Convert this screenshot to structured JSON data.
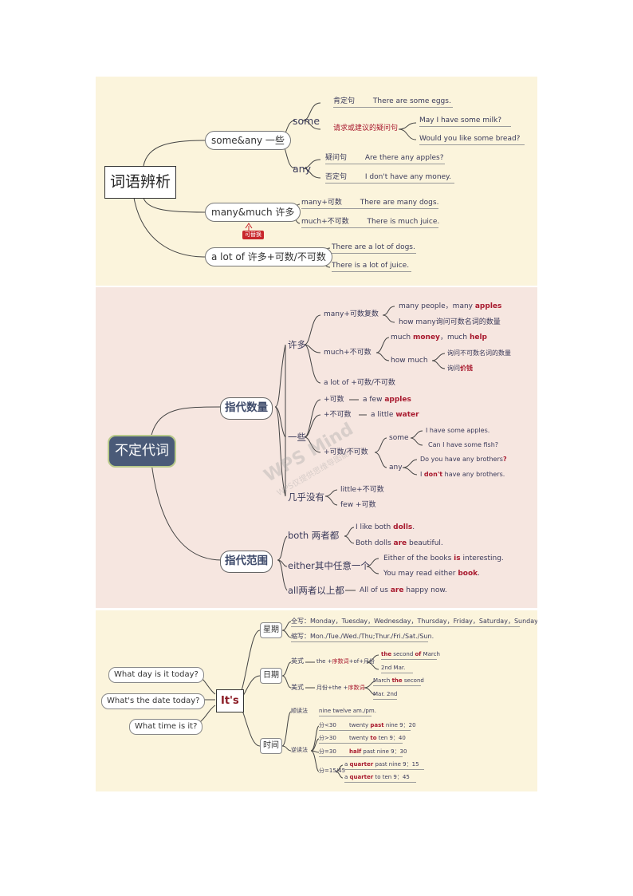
{
  "section1": {
    "root": "词语辨析",
    "some_any": {
      "label": "some&any 一些",
      "some": {
        "label": "some",
        "positive": {
          "label": "肯定句",
          "example": "There are some eggs."
        },
        "request": {
          "label": "请求或建议的疑问句",
          "ex1": "May I have some milk?",
          "ex2": "Would you like some bread?"
        }
      },
      "any": {
        "label": "any",
        "question": {
          "label": "疑问句",
          "example": "Are there any apples?"
        },
        "negative": {
          "label": "否定句",
          "example": "I don't have any money."
        }
      }
    },
    "many_much": {
      "label": "many&much 许多",
      "r1": {
        "label": "many+可数",
        "example": "There are many dogs."
      },
      "r2": {
        "label": "much+不可数",
        "example": "There is much juice."
      }
    },
    "badge": "可替换",
    "a_lot": {
      "label": "a lot of 许多+可数/不可数",
      "ex1": "There are a lot of dogs.",
      "ex2": "There is a lot of juice."
    }
  },
  "section2": {
    "root": "不定代词",
    "watermark": "WPS Mind",
    "watermark_sub": "WPS仅提供思维导图能力",
    "quantity": {
      "label": "指代数量",
      "xuduo": {
        "label": "许多",
        "many": {
          "label": "many+可数复数",
          "ex1a": "many people，many ",
          "ex1b": "apples",
          "ex2": "how many询问可数名词的数量"
        },
        "much": {
          "label": "much+不可数",
          "ex1a": "much ",
          "ex1b": "money",
          "ex1c": "，much ",
          "ex1d": "help",
          "howmuch": "how much",
          "hm1": "询问不可数名词的数量",
          "hm2a": "询问",
          "hm2b": "价钱"
        },
        "alot": "a lot of +可数/不可数"
      },
      "yixie": {
        "label": "一些",
        "r1": {
          "label": "+可数",
          "a": "a few ",
          "b": "apples"
        },
        "r2": {
          "label": "+不可数",
          "a": "a little ",
          "b": "water"
        },
        "r3": {
          "label": "+可数/不可数",
          "some": "some",
          "s1": "I have some apples.",
          "s2": "Can I have some fish?",
          "any": "any",
          "a1a": "Do you have any brothers",
          "a1b": "?",
          "a2a": "I ",
          "a2b": "don't",
          "a2c": " have any brothers."
        }
      },
      "jihu": {
        "label": "几乎没有",
        "r1": "little+不可数",
        "r2": "few +可数"
      }
    },
    "scope": {
      "label": "指代范围",
      "both": {
        "label": "both 两者都",
        "e1a": "I like both ",
        "e1b": "dolls",
        "e1c": ".",
        "e2a": "Both dolls ",
        "e2b": "are",
        "e2c": " beautiful."
      },
      "either": {
        "label": "either其中任意一个",
        "e1a": "Either of the books ",
        "e1b": "is",
        "e1c": " interesting.",
        "e2a": "You may read either ",
        "e2b": "book",
        "e2c": "."
      },
      "all": {
        "label": "all两者以上都",
        "ea": "All of us ",
        "eb": "are",
        "ec": " happy now."
      }
    }
  },
  "section3": {
    "center": "It's",
    "questions": [
      "What day is it today?",
      "What's the date today?",
      "What time is it?"
    ],
    "week": {
      "label": "星期",
      "full": "全写：Monday，Tuesday，Wednesday，Thursday，Friday，Saturday，Sunday",
      "short": "缩写：Mon./Tue./Wed./Thu;Thur./Fri./Sat./Sun."
    },
    "date": {
      "label": "日期",
      "uk": {
        "label": "英式",
        "rule_a": "the +",
        "rule_b": "序数词",
        "rule_c": "+of+月份",
        "ex1a": "the",
        "ex1b": " second ",
        "ex1c": "of",
        "ex1d": " March",
        "ex2": "2nd Mar."
      },
      "us": {
        "label": "美式",
        "rule_a": "月份+the +",
        "rule_b": "序数词",
        "ex1a": "March  ",
        "ex1b": "the",
        "ex1c": "  second",
        "ex2": "Mar. 2nd"
      }
    },
    "time": {
      "label": "时间",
      "direct": {
        "label": "顺读法",
        "example": "nine twelve am./pm."
      },
      "reverse": {
        "label": "逆读法",
        "r1": {
          "cond": "分<30",
          "a": "twenty ",
          "b": "past",
          "c": " nine  9：20"
        },
        "r2": {
          "cond": "分>30",
          "a": "twenty ",
          "b": "to",
          "c": " ten  9：40"
        },
        "r3": {
          "cond": "分=30",
          "a": "",
          "b": "half",
          "c": " past nine  9：30"
        },
        "r4": {
          "cond": "分=15/45",
          "e1a": "a ",
          "e1b": "quarter",
          "e1c": " past nine  9：15",
          "e2a": "a ",
          "e2b": "quarter",
          "e2c": " to ten  9：45"
        }
      }
    }
  }
}
